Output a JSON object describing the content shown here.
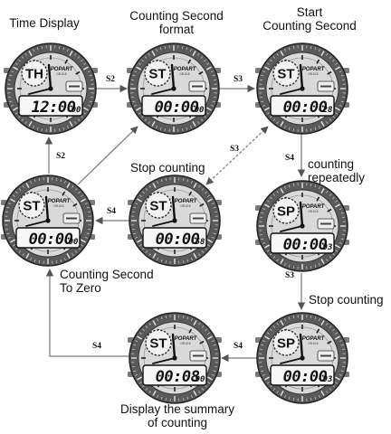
{
  "labels": {
    "time_display": "Time Display",
    "counting_format": "Counting Second\nformat",
    "start_counting": "Start\nCounting Second",
    "counting_repeatedly": "counting\nrepeatedly",
    "stop_counting_middle": "Stop counting",
    "stop_counting_right": "Stop counting",
    "counting_to_zero": "Counting Second\nTo Zero",
    "display_summary": "Display the summary\nof counting"
  },
  "brand": {
    "name": "POPART",
    "model": "DR-616"
  },
  "watches": [
    {
      "id": "time-display",
      "mode": "TH",
      "digits": "12:00",
      "small": "00"
    },
    {
      "id": "counting-format",
      "mode": "ST",
      "digits": "00:00",
      "small": "00"
    },
    {
      "id": "start-counting",
      "mode": "ST",
      "digits": "00:00",
      "small": "28"
    },
    {
      "id": "counting-repeatedly",
      "mode": "SP",
      "digits": "00:00",
      "small": "93"
    },
    {
      "id": "stop-counting-middle",
      "mode": "ST",
      "digits": "00:00",
      "small": "58"
    },
    {
      "id": "counting-to-zero",
      "mode": "ST",
      "digits": "00:00",
      "small": "00"
    },
    {
      "id": "stop-counting-right",
      "mode": "SP",
      "digits": "00:00",
      "small": "93"
    },
    {
      "id": "display-summary",
      "mode": "ST",
      "digits": "00:08",
      "small": "90"
    }
  ],
  "keys": {
    "tz_to_fmt": "S2",
    "fmt_to_start": "S3",
    "start_to_rep": "S4",
    "rep_to_stop": "S3",
    "stop_to_summary": "S4",
    "summary_to_zero": "S4",
    "mid_stop_to_zero": "S4",
    "diag_s3": "S3",
    "zero_to_time": "S2"
  }
}
